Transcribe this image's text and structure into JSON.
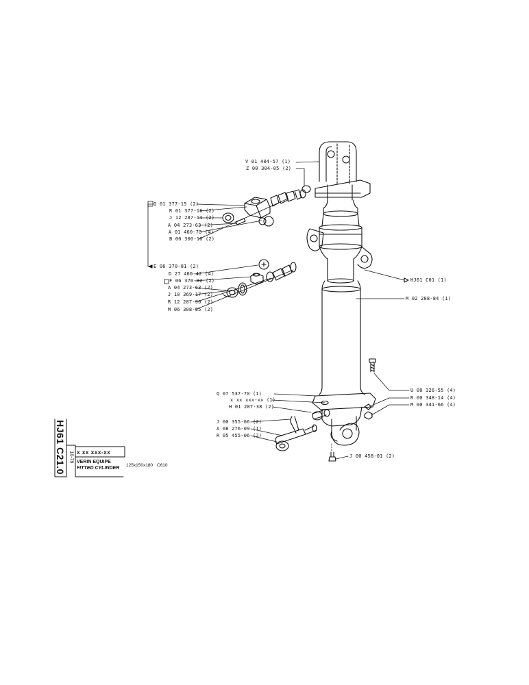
{
  "title_block": {
    "drawing_code": "HJ61 C21.0",
    "date": "10-79",
    "reference": "x xx xxx-xx",
    "title_fr": "VERIN EQUIPE",
    "title_en": "FITTED CYLINDER",
    "size": "125x150x180",
    "model": "C610"
  },
  "callouts": {
    "v01404": "V 01 404-57 (1)",
    "z00304": "Z 00 304-05 (2)",
    "q01377": "Q 01 377-15 (2)",
    "r01377": "R 01 377-16 (2)",
    "j12287": "J 12 287-14 (2)",
    "a04273a": "A 04 273-63 (2)",
    "a01460": "A 01 460-73 (4)",
    "b00300": "B 00 300-16 (2)",
    "e06370": "E 06 370-81 (2)",
    "d27460": "D 27 460-42 (4)",
    "f06370": "F 06 370-82 (2)",
    "a04273b": "A 04 273-63 (2)",
    "j10369": "J 10 369-17 (2)",
    "r12287": "R 12 287-90 (2)",
    "m06308": "M 06 308-55 (2)",
    "hj61c01": "HJ61 C01 (1)",
    "m02288": "M 02 288-84 (1)",
    "q07537": "Q 07 537-70 (1)",
    "xref": "x xx xxx-xx (1)",
    "h01287": "H 01 287-38 (2)",
    "j00355": "J 00 355-66 (2)",
    "a08276": "A 08 276-09 (1)",
    "r05455": "R 05 455-06 (2)",
    "u00326": "U 00 326-55 (4)",
    "r00348": "R 00 348-14 (4)",
    "m00341": "M 00 341-66 (4)",
    "j00458": "J 00 458-01 (2)"
  }
}
